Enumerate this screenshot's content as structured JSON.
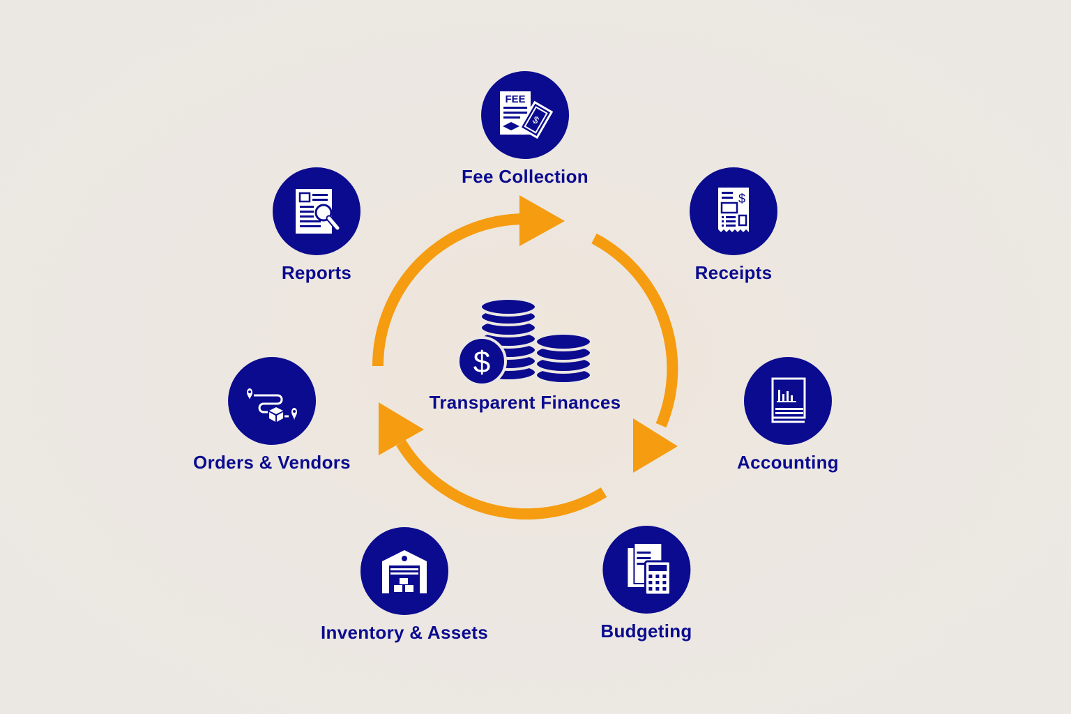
{
  "center": {
    "label": "Transparent Finances",
    "icon": "coins-stack-icon"
  },
  "nodes": [
    {
      "label": "Fee Collection",
      "icon": "fee-bill-icon",
      "fee_text": "FEE"
    },
    {
      "label": "Receipts",
      "icon": "receipt-icon"
    },
    {
      "label": "Accounting",
      "icon": "ledger-book-icon"
    },
    {
      "label": "Budgeting",
      "icon": "calculator-document-icon"
    },
    {
      "label": "Inventory & Assets",
      "icon": "warehouse-icon"
    },
    {
      "label": "Orders & Vendors",
      "icon": "delivery-route-icon"
    },
    {
      "label": "Reports",
      "icon": "report-search-icon"
    }
  ],
  "colors": {
    "primary": "#0b0b8f",
    "arrow": "#f59c10",
    "background": "#ebe8e4"
  }
}
